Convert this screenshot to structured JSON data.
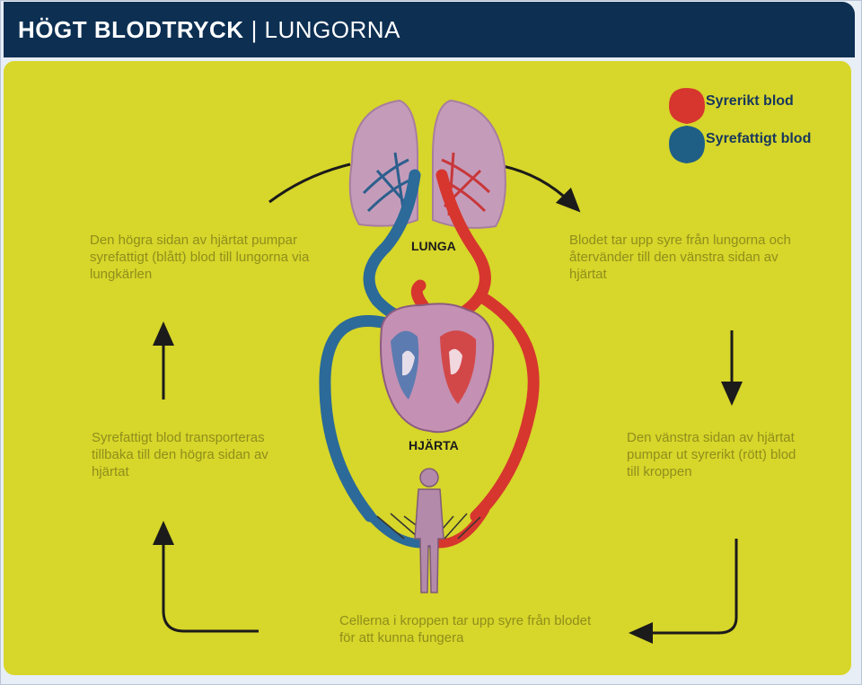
{
  "header": {
    "title_bold": "HÖGT BLODTRYCK",
    "title_rest": "| LUNGORNA"
  },
  "legend": {
    "oxygen_rich": "Syrerikt blod",
    "oxygen_poor": "Syrefattigt blod",
    "colors": {
      "oxygen_rich": "#d6362e",
      "oxygen_poor": "#1f5f86"
    }
  },
  "labels": {
    "lung": "LUNGA",
    "heart": "HJÄRTA"
  },
  "steps": {
    "top_left": "Den högra sidan av hjärtat pumpar syrefattigt (blått) blod till lungorna via lungkärlen",
    "top_right": "Blodet tar upp syre från lungorna och återvänder till den vänstra sidan av hjärtat",
    "bottom_right": "Den vänstra sidan av hjärtat pumpar ut syrerikt (rött) blod till kroppen",
    "bottom": "Cellerna i kroppen tar upp syre från blodet för att kunna fungera",
    "bottom_left": "Syrefattigt blod transporteras tillbaka till den högra sidan av hjärtat"
  },
  "colors": {
    "header_bg": "#0c2f52",
    "panel_bg": "#d7d62a",
    "text": "#8f8e1c",
    "artery": "#d6362e",
    "vein": "#2b6a99"
  }
}
